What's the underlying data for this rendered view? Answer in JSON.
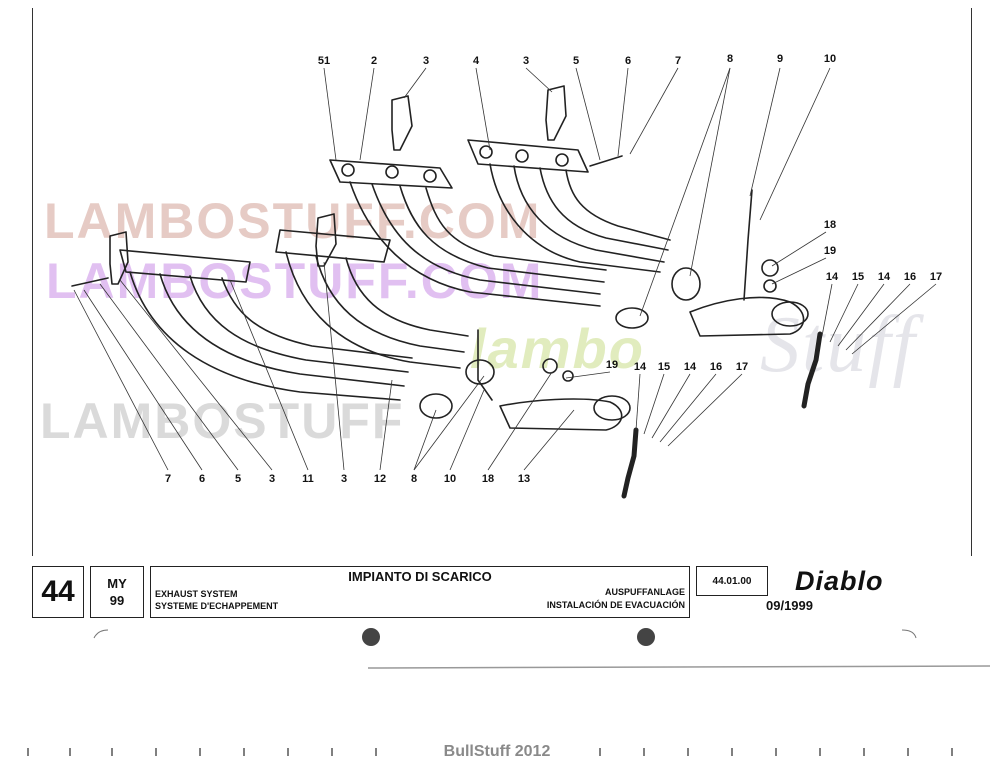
{
  "diagram": {
    "callouts_top": [
      {
        "label": "51"
      },
      {
        "label": "2"
      },
      {
        "label": "3"
      },
      {
        "label": "4"
      },
      {
        "label": "3"
      },
      {
        "label": "5"
      },
      {
        "label": "6"
      },
      {
        "label": "7"
      },
      {
        "label": "8"
      },
      {
        "label": "9"
      },
      {
        "label": "10"
      }
    ],
    "callouts_right": [
      {
        "label": "18"
      },
      {
        "label": "19"
      },
      {
        "label": "14"
      },
      {
        "label": "15"
      },
      {
        "label": "14"
      },
      {
        "label": "16"
      },
      {
        "label": "17"
      }
    ],
    "callouts_mid": [
      {
        "label": "19"
      },
      {
        "label": "14"
      },
      {
        "label": "15"
      },
      {
        "label": "14"
      },
      {
        "label": "16"
      },
      {
        "label": "17"
      }
    ],
    "callouts_bottom": [
      {
        "label": "7"
      },
      {
        "label": "6"
      },
      {
        "label": "5"
      },
      {
        "label": "3"
      },
      {
        "label": "11"
      },
      {
        "label": "3"
      },
      {
        "label": "12"
      },
      {
        "label": "8"
      },
      {
        "label": "10"
      },
      {
        "label": "18"
      },
      {
        "label": "13"
      }
    ]
  },
  "watermarks": {
    "line1": "LAMBOSTUFF.COM",
    "line2": "LAMBOSTUFF.COM",
    "line3": "LAMBOSTUFF",
    "line4": "lambo",
    "line5": "Stuff"
  },
  "title_block": {
    "page_number": "44",
    "model_label": "MY",
    "model_year": "99",
    "title_it": "IMPIANTO DI SCARICO",
    "title_en": "EXHAUST SYSTEM",
    "title_fr": "SYSTEME D'ECHAPPEMENT",
    "title_de": "AUSPUFFANLAGE",
    "title_es": "INSTALACIÓN DE EVACUACIÓN",
    "code": "44.01.00",
    "model_name": "Diablo",
    "date": "09/1999"
  },
  "footer": {
    "credit": "BullStuff 2012"
  }
}
